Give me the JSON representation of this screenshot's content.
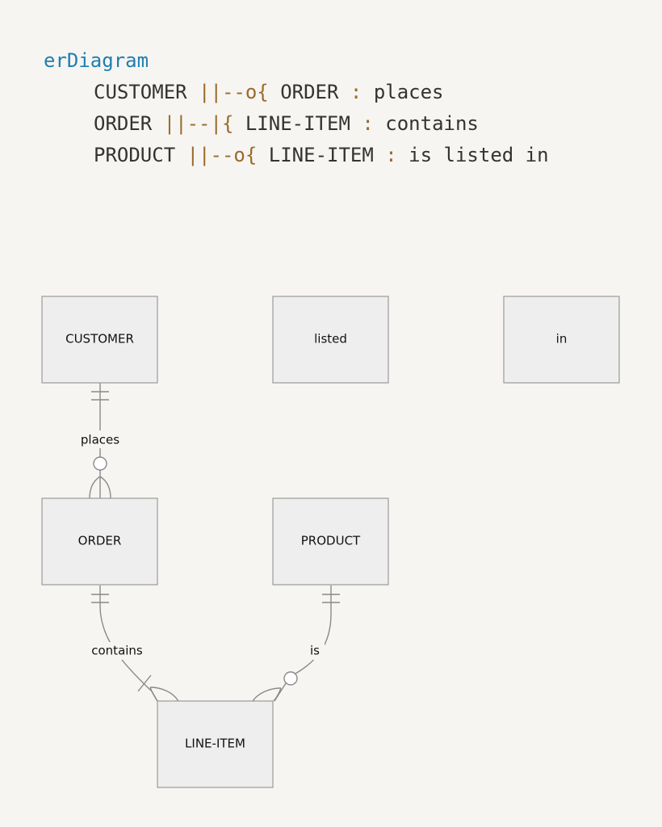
{
  "code": {
    "keyword": "erDiagram",
    "lines": [
      {
        "left": "CUSTOMER",
        "op": "||--o{",
        "right": "ORDER",
        "sep": ":",
        "label": "places"
      },
      {
        "left": "ORDER",
        "op": "||--|{",
        "right": "LINE-ITEM",
        "sep": ":",
        "label": "contains"
      },
      {
        "left": "PRODUCT",
        "op": "||--o{",
        "right": "LINE-ITEM",
        "sep": ":",
        "label": "is listed in"
      }
    ]
  },
  "diagram": {
    "entities": {
      "customer": "CUSTOMER",
      "listed": "listed",
      "in": "in",
      "order": "ORDER",
      "product": "PRODUCT",
      "line_item": "LINE-ITEM"
    },
    "relationships": {
      "places": "places",
      "contains": "contains",
      "is": "is"
    }
  }
}
